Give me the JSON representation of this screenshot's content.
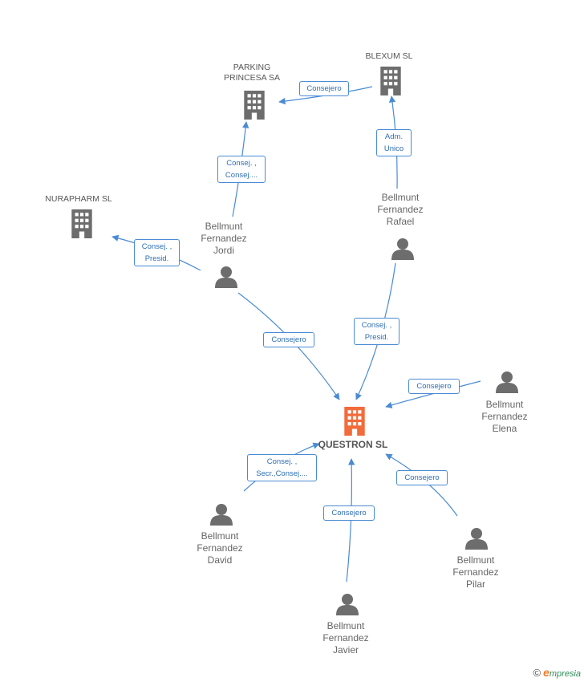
{
  "center": {
    "name": "QUESTRON SL",
    "color": "#f26b3a"
  },
  "companies": [
    {
      "id": "parking",
      "name": "PARKING\nPRINCESA SA"
    },
    {
      "id": "blexum",
      "name": "BLEXUM SL"
    },
    {
      "id": "nurapharm",
      "name": "NURAPHARM SL"
    }
  ],
  "persons": [
    {
      "id": "jordi",
      "name": "Bellmunt\nFernandez\nJordi"
    },
    {
      "id": "rafael",
      "name": "Bellmunt\nFernandez\nRafael"
    },
    {
      "id": "elena",
      "name": "Bellmunt\nFernandez\nElena"
    },
    {
      "id": "david",
      "name": "Bellmunt\nFernandez\nDavid"
    },
    {
      "id": "javier",
      "name": "Bellmunt\nFernandez\nJavier"
    },
    {
      "id": "pilar",
      "name": "Bellmunt\nFernandez\nPilar"
    }
  ],
  "relations": [
    {
      "from": "blexum",
      "to": "parking",
      "label": "Consejero"
    },
    {
      "from": "jordi",
      "to": "parking",
      "label": "Consej. ,\nConsej...."
    },
    {
      "from": "rafael",
      "to": "blexum",
      "label": "Adm.\nUnico"
    },
    {
      "from": "jordi",
      "to": "nurapharm",
      "label": "Consej. ,\nPresid."
    },
    {
      "from": "jordi",
      "to": "questron",
      "label": "Consejero"
    },
    {
      "from": "rafael",
      "to": "questron",
      "label": "Consej. ,\nPresid."
    },
    {
      "from": "elena",
      "to": "questron",
      "label": "Consejero"
    },
    {
      "from": "david",
      "to": "questron",
      "label": "Consej. ,\nSecr.,Consej...."
    },
    {
      "from": "javier",
      "to": "questron",
      "label": "Consejero"
    },
    {
      "from": "pilar",
      "to": "questron",
      "label": "Consejero"
    }
  ],
  "colors": {
    "edge": "#4a8bd4",
    "building": "#6d6d6d",
    "person": "#6d6d6d",
    "label_text": "#2f6fb5"
  },
  "icons": {
    "company": "building-icon",
    "person": "person-icon"
  },
  "watermark": {
    "symbol": "©",
    "brand_initial": "e",
    "brand_rest": "mpresia"
  }
}
